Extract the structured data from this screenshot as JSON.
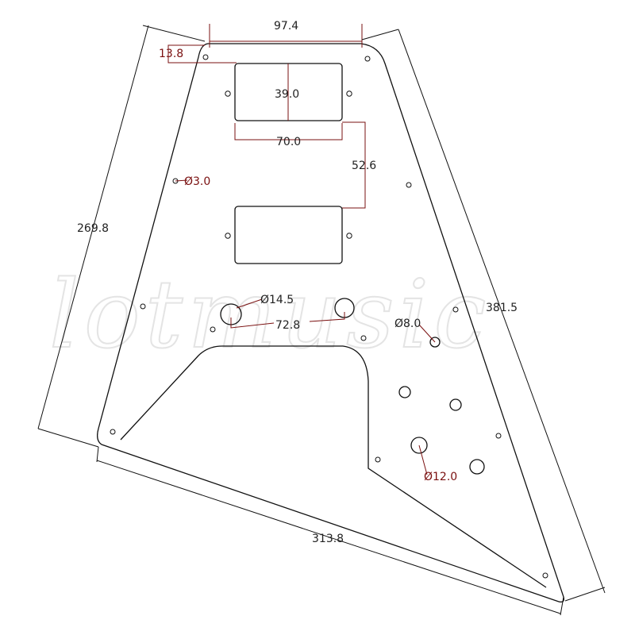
{
  "watermark": "lotmusic",
  "colors": {
    "outline": "#111111",
    "dimension": "#7a1010",
    "text": "#222222"
  },
  "dimensions": {
    "top_width": "97.4",
    "top_offset": "13.8",
    "pickup_height": "39.0",
    "pickup_width": "70.0",
    "pickup_spacing": "52.6",
    "small_hole": "Ø3.0",
    "left_edge": "269.8",
    "right_edge": "381.5",
    "knob_hole_large": "Ø14.5",
    "knob_spacing": "72.8",
    "jack_hole": "Ø8.0",
    "switch_hole": "Ø12.0",
    "bottom_edge": "313.8"
  }
}
